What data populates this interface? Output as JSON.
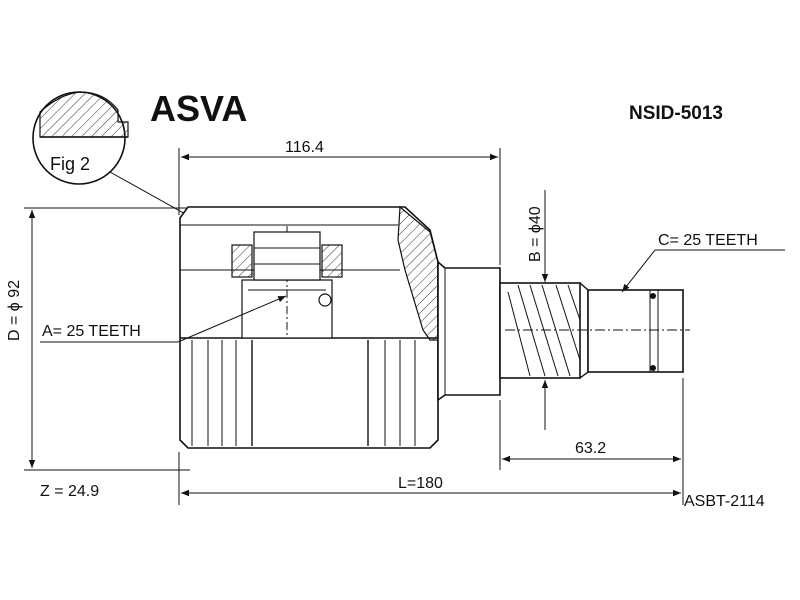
{
  "header": {
    "brand": "ASVA",
    "part_number": "NSID-5013"
  },
  "figure": {
    "label": "Fig 2"
  },
  "dimensions": {
    "overall_width_top": "116.4",
    "shaft_diameter": "B = ϕ40",
    "outer_diameter": "D = ϕ 92",
    "total_length": "L=180",
    "shaft_length": "63.2",
    "z_value": "Z = 24.9"
  },
  "annotations": {
    "inner_teeth": "A= 25 TEETH",
    "outer_teeth": "C= 25 TEETH"
  },
  "footer": {
    "cross_reference": "ASBT-2114"
  },
  "colors": {
    "line": "#1a1a1a",
    "background": "#ffffff"
  }
}
